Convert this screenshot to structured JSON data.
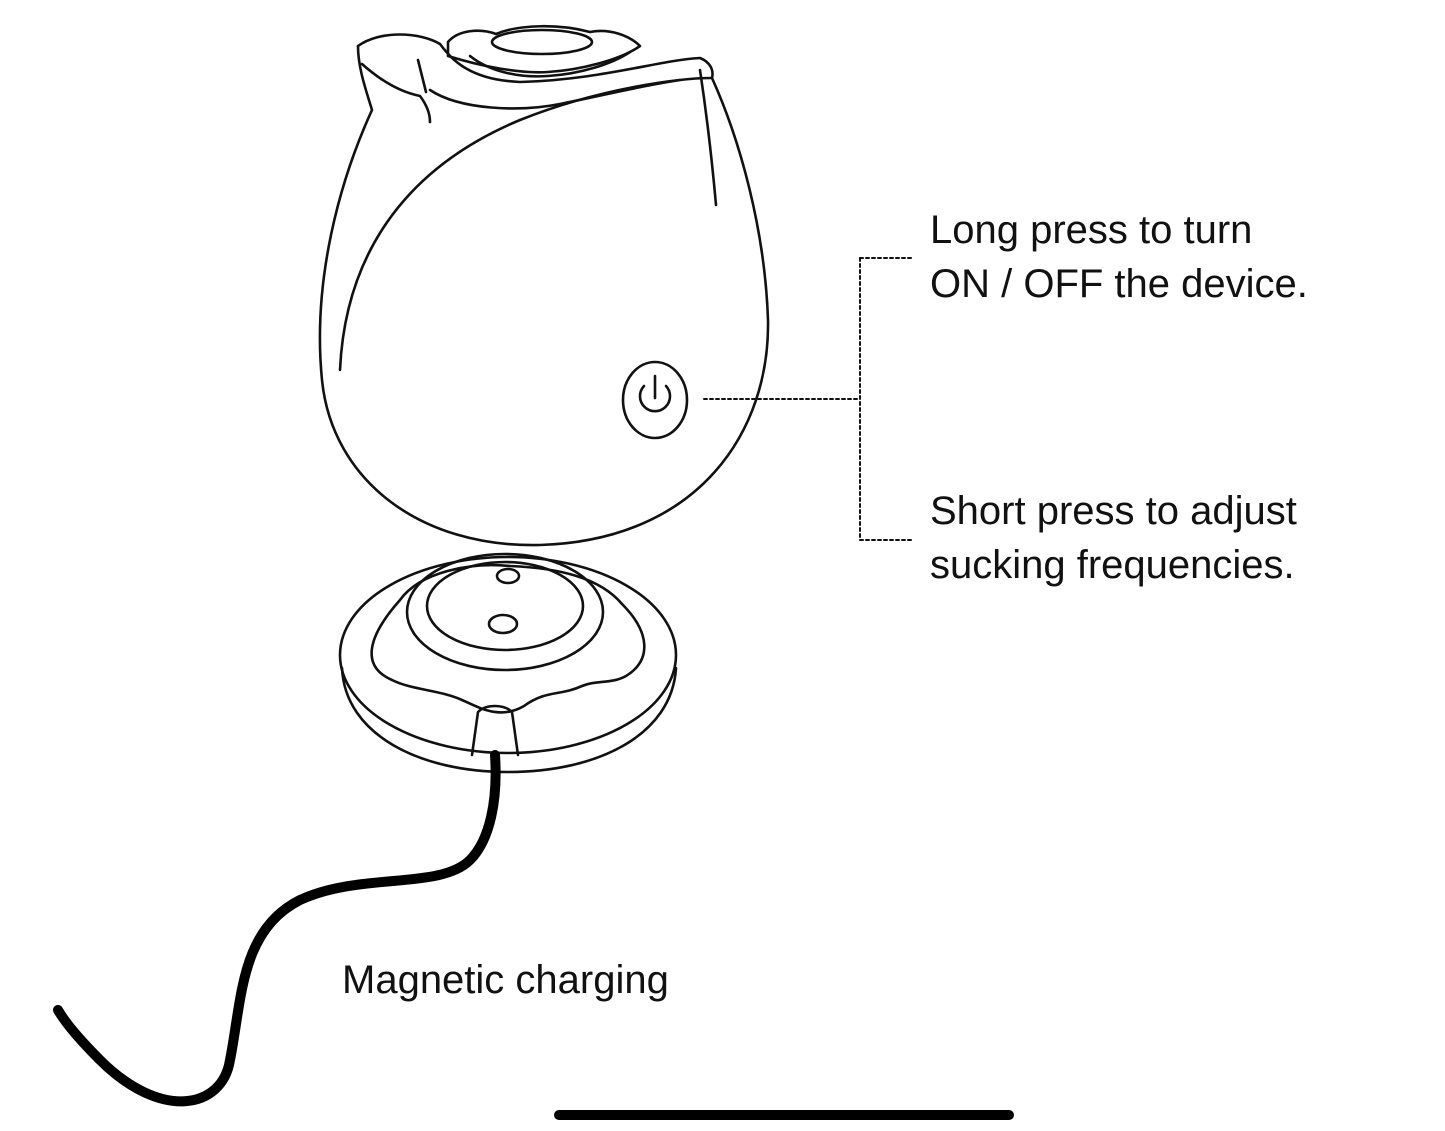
{
  "callouts": {
    "long_press": {
      "line1": "Long press to turn",
      "line2": "ON / OFF the device."
    },
    "short_press": {
      "line1": "Short press to adjust",
      "line2": "sucking frequencies."
    },
    "charging": {
      "label": "Magnetic charging"
    }
  },
  "icons": {
    "device": "rose-device-icon",
    "power": "power-icon",
    "charger": "magnetic-charger-icon",
    "cable": "charging-cable-icon"
  },
  "colors": {
    "ink": "#111111",
    "background": "#ffffff"
  }
}
